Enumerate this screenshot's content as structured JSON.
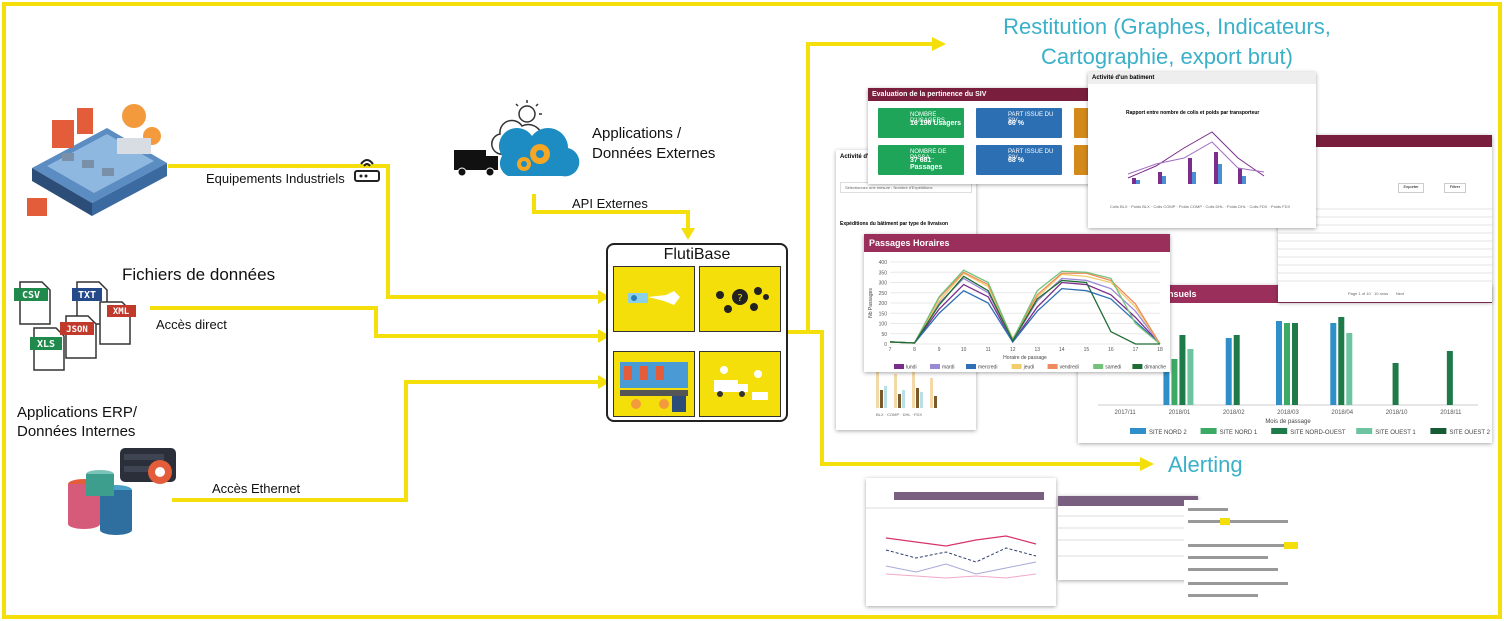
{
  "diagram": {
    "sources": {
      "industrial": {
        "label": "Equipements Industriels"
      },
      "files": {
        "title": "Fichiers de données",
        "access": "Accès direct",
        "formats": [
          "CSV",
          "TXT",
          "XML",
          "JSON",
          "XLS"
        ]
      },
      "erp": {
        "title_line1": "Applications ERP/",
        "title_line2": "Données Internes",
        "access": "Accès Ethernet"
      },
      "external": {
        "title_line1": "Applications /",
        "title_line2": "Données Externes",
        "api": "API Externes"
      }
    },
    "hub": {
      "title": "FlutiBase"
    },
    "outputs": {
      "restitution_line1": "Restitution (Graphes, Indicateurs,",
      "restitution_line2": "Cartographie, export brut)",
      "alerting": "Alerting"
    },
    "colors": {
      "wire": "#f5df0a",
      "accent_text": "#3bb0c9",
      "dashboard_header": "#7a1e3e"
    }
  },
  "screens": {
    "siv": {
      "title": "Evaluation de la pertinence du SIV",
      "tiles": [
        {
          "label": "NOMBRE D'USAGERS",
          "value": "16 196 Usagers"
        },
        {
          "label": "PART ISSUE DU SIV",
          "value": "66 %"
        },
        {
          "label": "NOMBRE DE PASSA...",
          "value": "37 681 Passages"
        },
        {
          "label": "PART ISSUE DU SIV",
          "value": "68 %"
        }
      ]
    },
    "batiment": {
      "title": "Activité d'un batiment",
      "chart_title": "Rapport entre nombre de colis et poids par transporteur",
      "legend": [
        "Colis BLX",
        "Poids BLX",
        "Colis COMP",
        "Poids COMP",
        "Colis DHL",
        "Poids DHL",
        "Colis FDX",
        "Poids FDX"
      ]
    },
    "expeditions": {
      "title": "Expéditions du bâtiment par type de livraison",
      "header_stub": "Activité d'",
      "select_placeholder": "Sélectionnez une mesure : Nombre d'Expéditions",
      "legend": [
        "BLX",
        "COMP",
        "DHL",
        "FDX"
      ]
    },
    "passages_mensuels": {
      "title_stub": "nsuels"
    },
    "table": {
      "pagination": {
        "page_label": "Page",
        "page": "1",
        "of": "of 10",
        "rows": "10 rows",
        "next": "Next"
      },
      "buttons": {
        "export": "Exporter",
        "filter": "Filtrer"
      }
    }
  },
  "chart_data": [
    {
      "type": "line",
      "title": "Passages Horaires",
      "xlabel": "Horaire de passage",
      "ylabel": "Nb Passages",
      "x": [
        7,
        8,
        9,
        10,
        11,
        12,
        13,
        14,
        15,
        16,
        17,
        18
      ],
      "ylim": [
        0,
        400
      ],
      "yticks": [
        0,
        50,
        100,
        150,
        200,
        250,
        300,
        350,
        400
      ],
      "series": [
        {
          "name": "lundi",
          "color": "#7b2d8b",
          "values": [
            10,
            5,
            170,
            290,
            230,
            10,
            180,
            300,
            290,
            240,
            130,
            0
          ]
        },
        {
          "name": "mardi",
          "color": "#9a8ad6",
          "values": [
            10,
            5,
            200,
            320,
            250,
            15,
            210,
            320,
            310,
            270,
            160,
            0
          ]
        },
        {
          "name": "mercredi",
          "color": "#2f6fb5",
          "values": [
            10,
            5,
            150,
            260,
            200,
            10,
            160,
            270,
            260,
            220,
            110,
            0
          ]
        },
        {
          "name": "jeudi",
          "color": "#f2cc6b",
          "values": [
            10,
            5,
            210,
            345,
            280,
            20,
            230,
            340,
            330,
            300,
            180,
            0
          ]
        },
        {
          "name": "vendredi",
          "color": "#f08a5d",
          "values": [
            10,
            5,
            225,
            350,
            290,
            25,
            240,
            345,
            345,
            310,
            195,
            0
          ]
        },
        {
          "name": "samedi",
          "color": "#74c27a",
          "values": [
            10,
            5,
            230,
            360,
            300,
            20,
            260,
            355,
            350,
            320,
            100,
            0
          ]
        },
        {
          "name": "dimanche",
          "color": "#1f6b34",
          "values": [
            10,
            5,
            190,
            330,
            260,
            15,
            220,
            310,
            300,
            60,
            0,
            0
          ]
        }
      ]
    },
    {
      "type": "bar",
      "xlabel": "Mois de passage",
      "categories": [
        "2017/11",
        "2018/01",
        "2018/02",
        "2018/03",
        "2018/04",
        "2018/10",
        "2018/11"
      ],
      "series": [
        {
          "name": "SITE NORD 2",
          "color": "#2f8fc9"
        },
        {
          "name": "SITE NORD 1",
          "color": "#3aaa64"
        },
        {
          "name": "SITE NORD-OUEST",
          "color": "#1f7a4a"
        },
        {
          "name": "SITE OUEST 1",
          "color": "#6cc5a0"
        },
        {
          "name": "SITE OUEST 2",
          "color": "#155c34"
        }
      ]
    }
  ]
}
